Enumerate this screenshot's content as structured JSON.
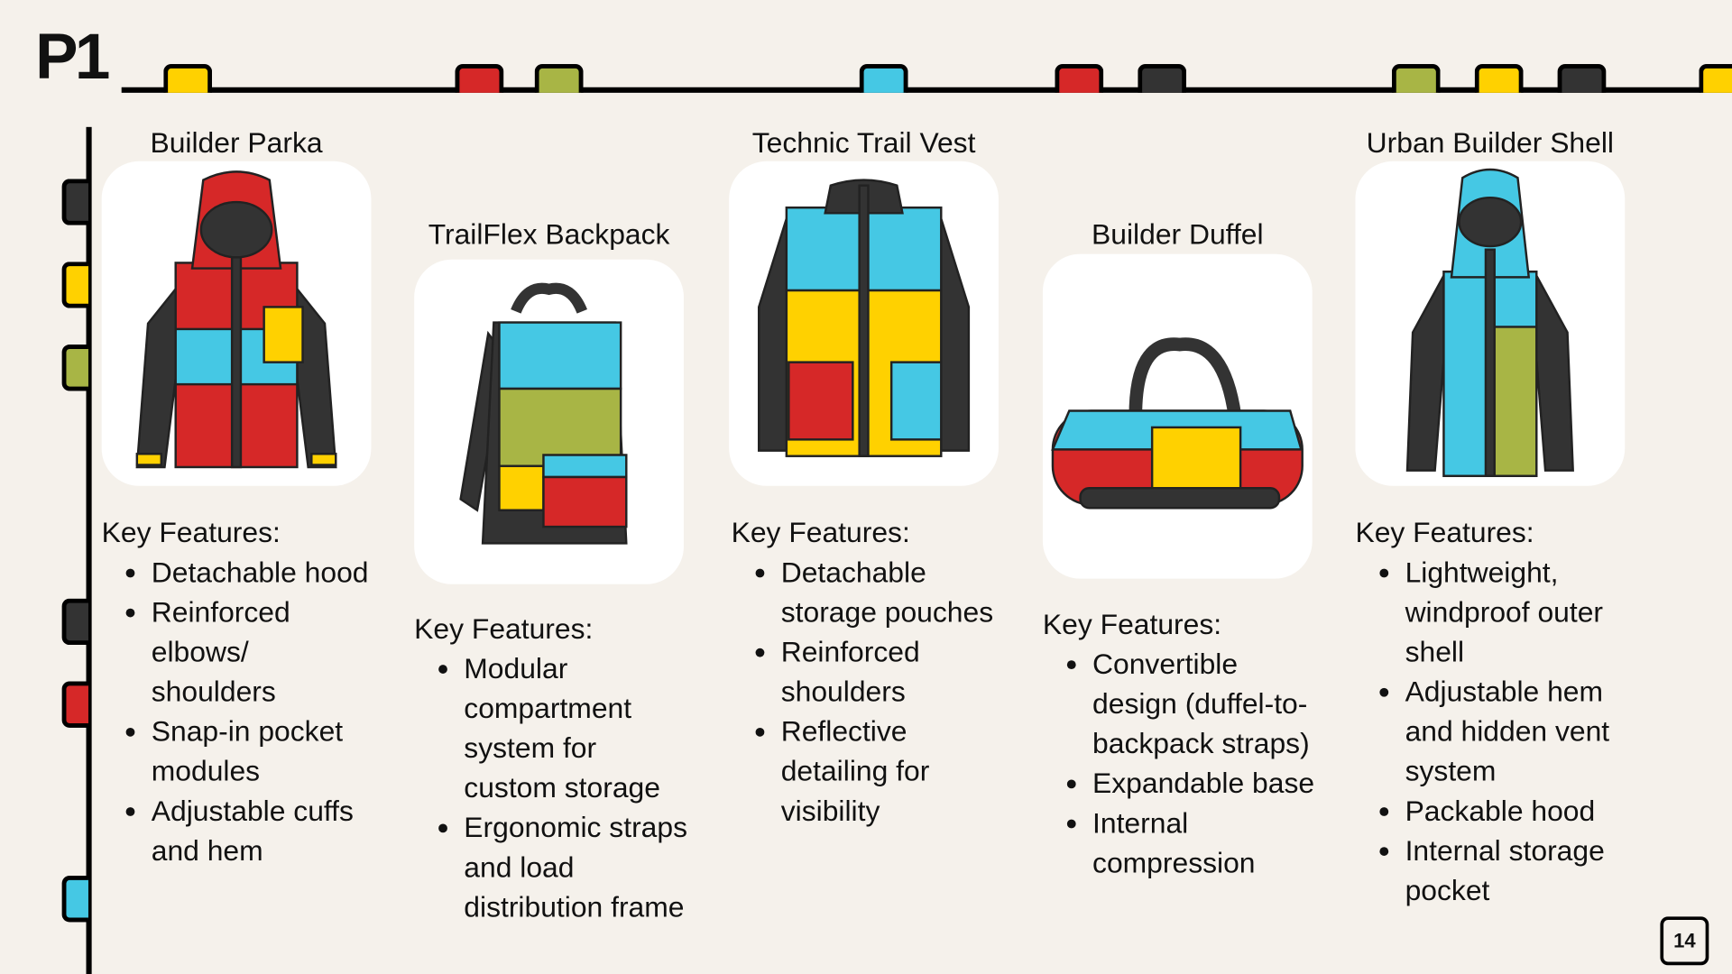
{
  "slide_label": "P1",
  "page_number": "14",
  "colors": {
    "yellow": "#FFD100",
    "red": "#D62828",
    "olive": "#A8B545",
    "cyan": "#45C8E4",
    "dark": "#333333"
  },
  "products": [
    {
      "name": "Builder Parka",
      "features_heading": "Key Features:",
      "features": [
        "Detachable hood",
        "Reinforced elbows/ shoulders",
        "Snap-in pocket modules",
        "Adjustable cuffs and hem"
      ]
    },
    {
      "name": "TrailFlex Backpack",
      "features_heading": "Key Features:",
      "features": [
        "Modular compartment system for custom storage",
        "Ergonomic straps and load distribution frame"
      ]
    },
    {
      "name": "Technic Trail Vest",
      "features_heading": "Key Features:",
      "features": [
        "Detachable storage pouches",
        "Reinforced shoulders",
        "Reflective detailing for visibility"
      ]
    },
    {
      "name": "Builder Duffel",
      "features_heading": "Key Features:",
      "features": [
        "Convertible design (duffel-to-backpack straps)",
        "Expandable base",
        "Internal compression"
      ]
    },
    {
      "name": "Urban Builder Shell",
      "features_heading": "Key Features:",
      "features": [
        "Lightweight, windproof outer shell",
        "Adjustable hem and hidden vent system",
        "Packable hood",
        "Internal storage pocket"
      ]
    }
  ]
}
